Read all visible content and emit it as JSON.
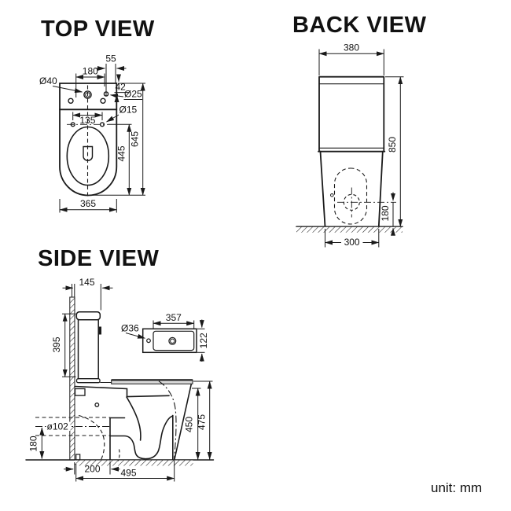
{
  "unit_label": "unit: mm",
  "colors": {
    "ink": "#1a1a1a",
    "seat_fill": "#d9d9d9",
    "paper": "#ffffff"
  },
  "views": {
    "top": {
      "title": "TOP VIEW",
      "dims": {
        "w55": "55",
        "w180": "180",
        "d40": "Ø40",
        "h42": "42",
        "d25": "Ø25",
        "d15": "Ø15",
        "w135": "135",
        "h445": "445",
        "h645": "645",
        "w365": "365"
      }
    },
    "back": {
      "title": "BACK VIEW",
      "dims": {
        "w380": "380",
        "h850": "850",
        "h180": "180",
        "w300": "300"
      }
    },
    "side": {
      "title": "SIDE VIEW",
      "dims": {
        "w145": "145",
        "h395": "395",
        "d36": "Ø36",
        "w357": "357",
        "h122": "122",
        "d102": "ø102",
        "h180": "180",
        "w200": "200",
        "w495": "495",
        "h450": "450",
        "h475": "475"
      }
    }
  }
}
